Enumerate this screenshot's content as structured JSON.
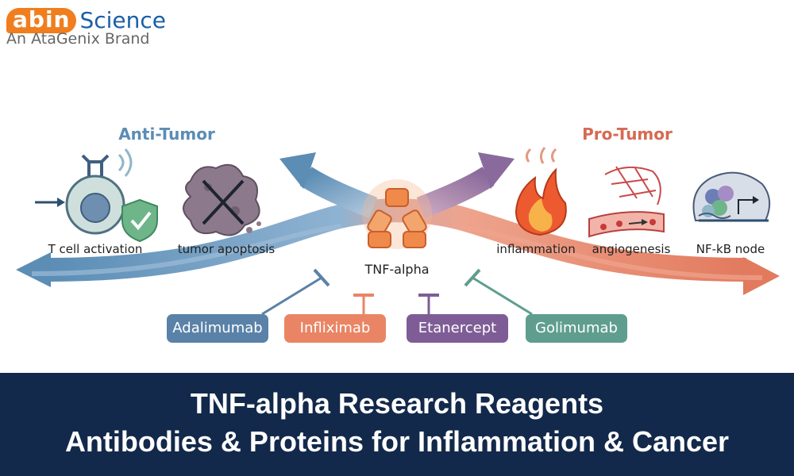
{
  "logo": {
    "brand_prefix": "abin",
    "brand_suffix": "Science",
    "tagline": "An AtaGenix Brand"
  },
  "headings": {
    "anti": "Anti-Tumor",
    "pro": "Pro-Tumor"
  },
  "center": {
    "label": "TNF-alpha"
  },
  "anti_items": [
    {
      "label": "T cell activation",
      "icon": "t-cell-icon"
    },
    {
      "label": "tumor apoptosis",
      "icon": "tumor-cell-icon"
    }
  ],
  "pro_items": [
    {
      "label": "inflammation",
      "icon": "flame-icon"
    },
    {
      "label": "angiogenesis",
      "icon": "blood-vessel-icon"
    },
    {
      "label": "NF-kB node",
      "icon": "nfkb-gene-icon"
    }
  ],
  "drugs": [
    {
      "label": "Adalimumab",
      "color": "#5a82a8"
    },
    {
      "label": "Infliximab",
      "color": "#e98565"
    },
    {
      "label": "Etanercept",
      "color": "#7e5d96"
    },
    {
      "label": "Golimumab",
      "color": "#5f9e8f"
    }
  ],
  "colors": {
    "anti": "#5b8db5",
    "pro": "#e27a5e",
    "banner": "#13294b"
  },
  "banner": {
    "line1": "TNF-alpha Research Reagents",
    "line2": "Antibodies & Proteins for Inflammation & Cancer"
  }
}
